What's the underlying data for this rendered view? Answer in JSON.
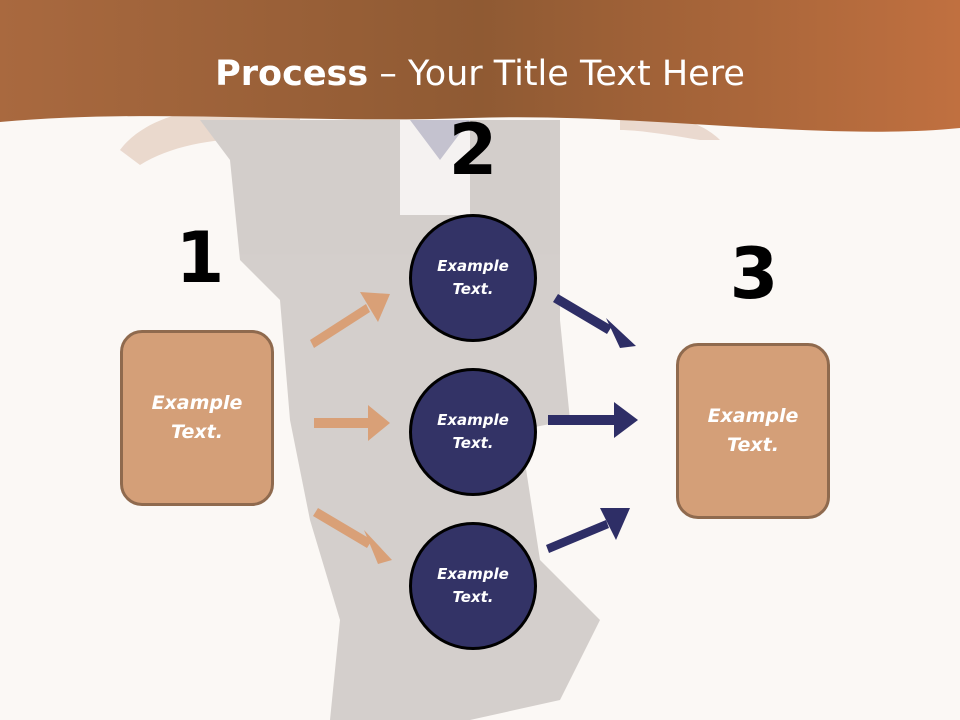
{
  "slide": {
    "title_bold": "Process",
    "title_rest": " – Your Title Text Here"
  },
  "steps": [
    {
      "number": "1"
    },
    {
      "number": "2"
    },
    {
      "number": "3"
    }
  ],
  "left_box": {
    "text": "Example\nText."
  },
  "circles": [
    {
      "text": "Example\nText."
    },
    {
      "text": "Example\nText."
    },
    {
      "text": "Example\nText."
    }
  ],
  "right_box": {
    "text": "Example\nText."
  },
  "colors": {
    "header": "#b8693a",
    "background": "#fbf8f5",
    "box_fill": "#d49f78",
    "box_border": "#8f6a4e",
    "circle_fill": "#333366",
    "left_arrows": "#d9a077",
    "right_arrows": "#2e2e66"
  }
}
